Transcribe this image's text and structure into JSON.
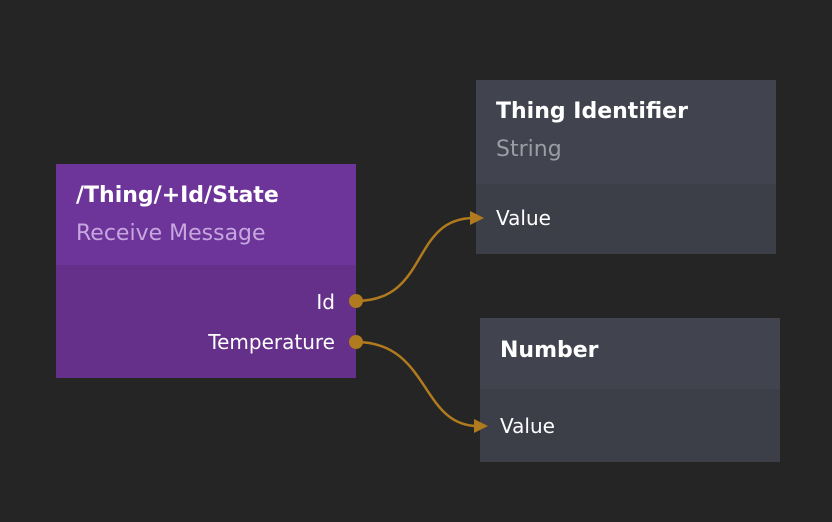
{
  "nodes": {
    "receive": {
      "title": "/Thing/+Id/State",
      "subtitle": "Receive Message",
      "ports": [
        "Id",
        "Temperature"
      ]
    },
    "thing_identifier": {
      "title": "Thing Identifier",
      "subtitle": "String",
      "ports": [
        "Value"
      ]
    },
    "number": {
      "title": "Number",
      "ports": [
        "Value"
      ]
    }
  },
  "colors": {
    "canvas": "#252525",
    "receive_node": "#653089",
    "data_node": "#3c3f48",
    "wire": "#b07a1e"
  }
}
